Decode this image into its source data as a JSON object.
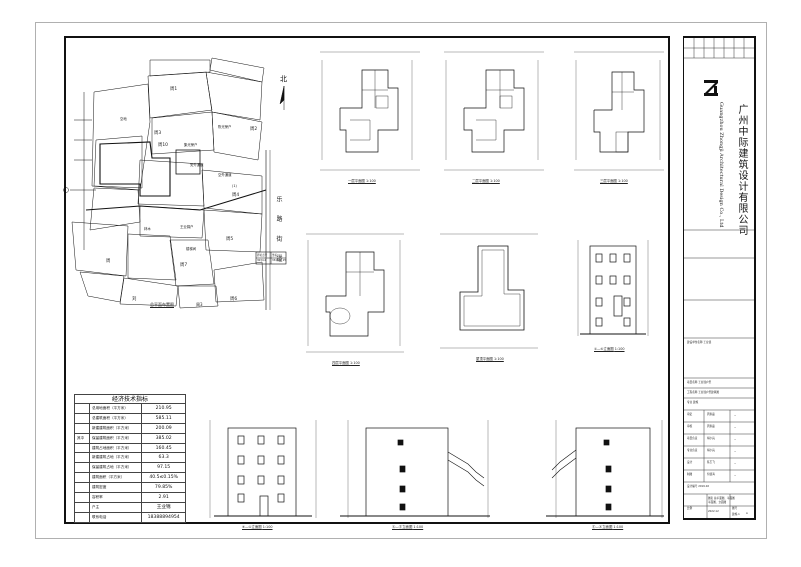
{
  "company": {
    "name_cn": "广州中际建筑设计有限公司",
    "name_en": "Guangzhou Zhongji Architectural Design Co., Ltd"
  },
  "site_plan": {
    "north_label": "北",
    "road_label": "乐 路 街 道",
    "parcels": [
      "周1",
      "周2",
      "周3",
      "周4",
      "周5",
      "周6",
      "周7",
      "林3",
      "周10",
      "刘",
      "周"
    ],
    "labels": [
      "空地",
      "陈光荣户",
      "集光荣户",
      "安外通道",
      "空外通道",
      "(1)",
      "林木",
      "王业锦户",
      "楼梯间"
    ],
    "title": "总平面布置图",
    "scale_badge_left": "界址点号",
    "scale_badge_right": "坐标(m)",
    "scale_badge_val1": "3034.4",
    "scale_badge_val2": "3345.8, 25",
    "legend_num": "周3"
  },
  "floor_plans": [
    {
      "title": "一层平面图",
      "scale": "1:100"
    },
    {
      "title": "二层平面图",
      "scale": "1:100"
    },
    {
      "title": "三层平面图",
      "scale": "1:100"
    },
    {
      "title": "四层平面图",
      "scale": "1:100"
    },
    {
      "title": "屋顶平面图",
      "scale": "1:100"
    },
    {
      "title": "①—⑥立面图",
      "scale": "1:100"
    },
    {
      "title": "⑥—①立面图",
      "scale": "1:100"
    },
    {
      "title": "Ⓐ—Ⓔ立面图",
      "scale": "1:100"
    },
    {
      "title": "Ⓔ—Ⓐ立面图",
      "scale": "1:100"
    }
  ],
  "tech_table": {
    "title": "经济技术指标",
    "rows": [
      {
        "label": "总用地面积（平方米）",
        "value": "210.95"
      },
      {
        "label": "总建筑面积（平方米）",
        "value": "585.11"
      },
      {
        "label": "新建建筑面积（平方米）",
        "value": "200.09"
      },
      {
        "label": "保留建筑面积（平方米）",
        "value": "385.02"
      },
      {
        "label": "建筑占地面积（平方米）",
        "value": "160.45"
      },
      {
        "label": "新建建筑占地（平方米）",
        "value": "63.3"
      },
      {
        "label": "保留建筑占地（平方米）",
        "value": "97.15"
      },
      {
        "label": "建筑面积（平方米）",
        "value": "40.5≤0.15%"
      },
      {
        "label": "建筑密度",
        "value": "79.85%"
      },
      {
        "label": "容积率",
        "value": "2.91"
      },
      {
        "label": "户主",
        "value": "王业锦"
      },
      {
        "label": "联系电话",
        "value": "18388894954"
      }
    ],
    "group_label": "其中"
  },
  "title_block": {
    "rows": [
      "建设单位名称 王业锦",
      "项目名称 王业锦户型",
      "工程名称 王业锦户型建筑图",
      "专业 建施",
      "设计编号 2019-02",
      "图名 总平面图、平面图",
      "平面图、立面图"
    ],
    "staff": [
      {
        "role": "审定",
        "name": "周永磊"
      },
      {
        "role": "审核",
        "name": "周永磊"
      },
      {
        "role": "项目负责",
        "name": "胡小兵"
      },
      {
        "role": "专业负责",
        "name": "胡小兵"
      },
      {
        "role": "设计",
        "name": "陈玉飞"
      },
      {
        "role": "制图",
        "name": "何锦海"
      }
    ],
    "date": "2022.12",
    "scale_label": "比例",
    "sheet_label": "图号",
    "sheet_no": "建施-1",
    "version": "A"
  },
  "colors": {
    "line": "#111111",
    "frame_gray": "#b0b0b0",
    "paper": "#ffffff"
  }
}
